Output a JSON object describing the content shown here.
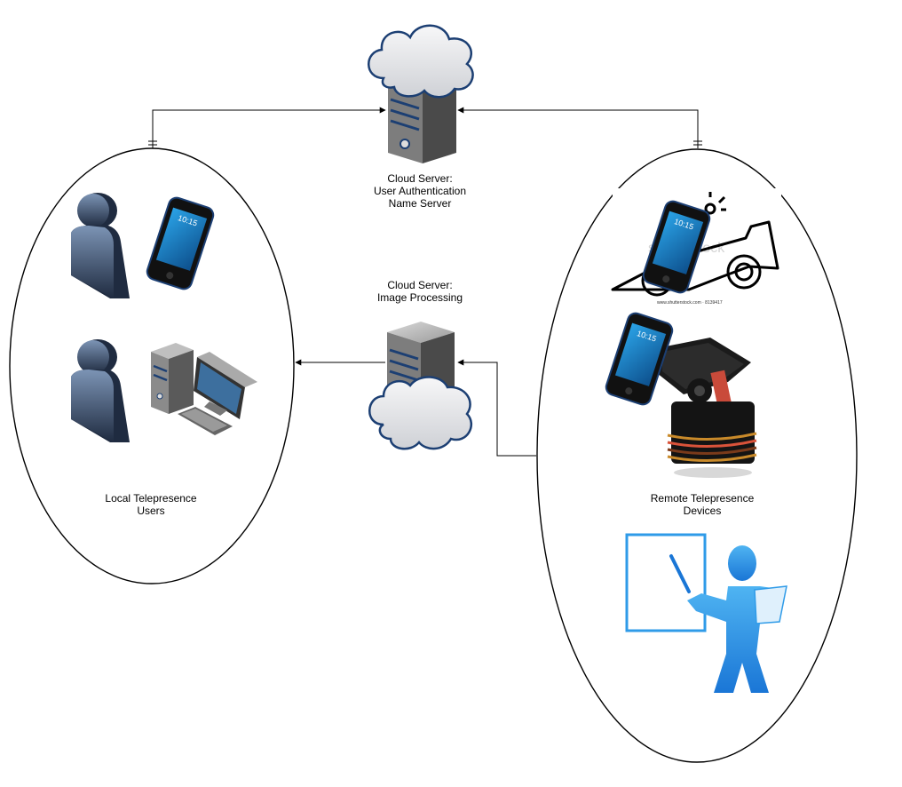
{
  "labels": {
    "auth_server": [
      "Cloud Server:",
      "User Authentication",
      "Name Server"
    ],
    "image_server": [
      "Cloud Server:",
      "Image Processing"
    ],
    "local_group": [
      "Local Telepresence",
      "Users"
    ],
    "remote_group": [
      "Remote Telepresence",
      "Devices"
    ]
  },
  "phone_screen_time": "10:15",
  "stock_watermark": "shutterstock",
  "stock_caption": "www.shutterstock.com · 8139417",
  "colors": {
    "line": "#000000",
    "cloud_fill": "#e6e7ea",
    "cloud_stroke": "#1c3f73",
    "server_body": "#6a6a6a",
    "phone_screen": "#1e7bbf",
    "teacher_blue": "#2f9be8",
    "user_dark": "#2a3a55"
  },
  "icons": [
    "cloud-icon",
    "server-icon",
    "user-icon",
    "phone-icon",
    "desktop-computer-icon",
    "robot-car-icon",
    "servo-pan-tilt-icon",
    "teacher-board-icon"
  ]
}
